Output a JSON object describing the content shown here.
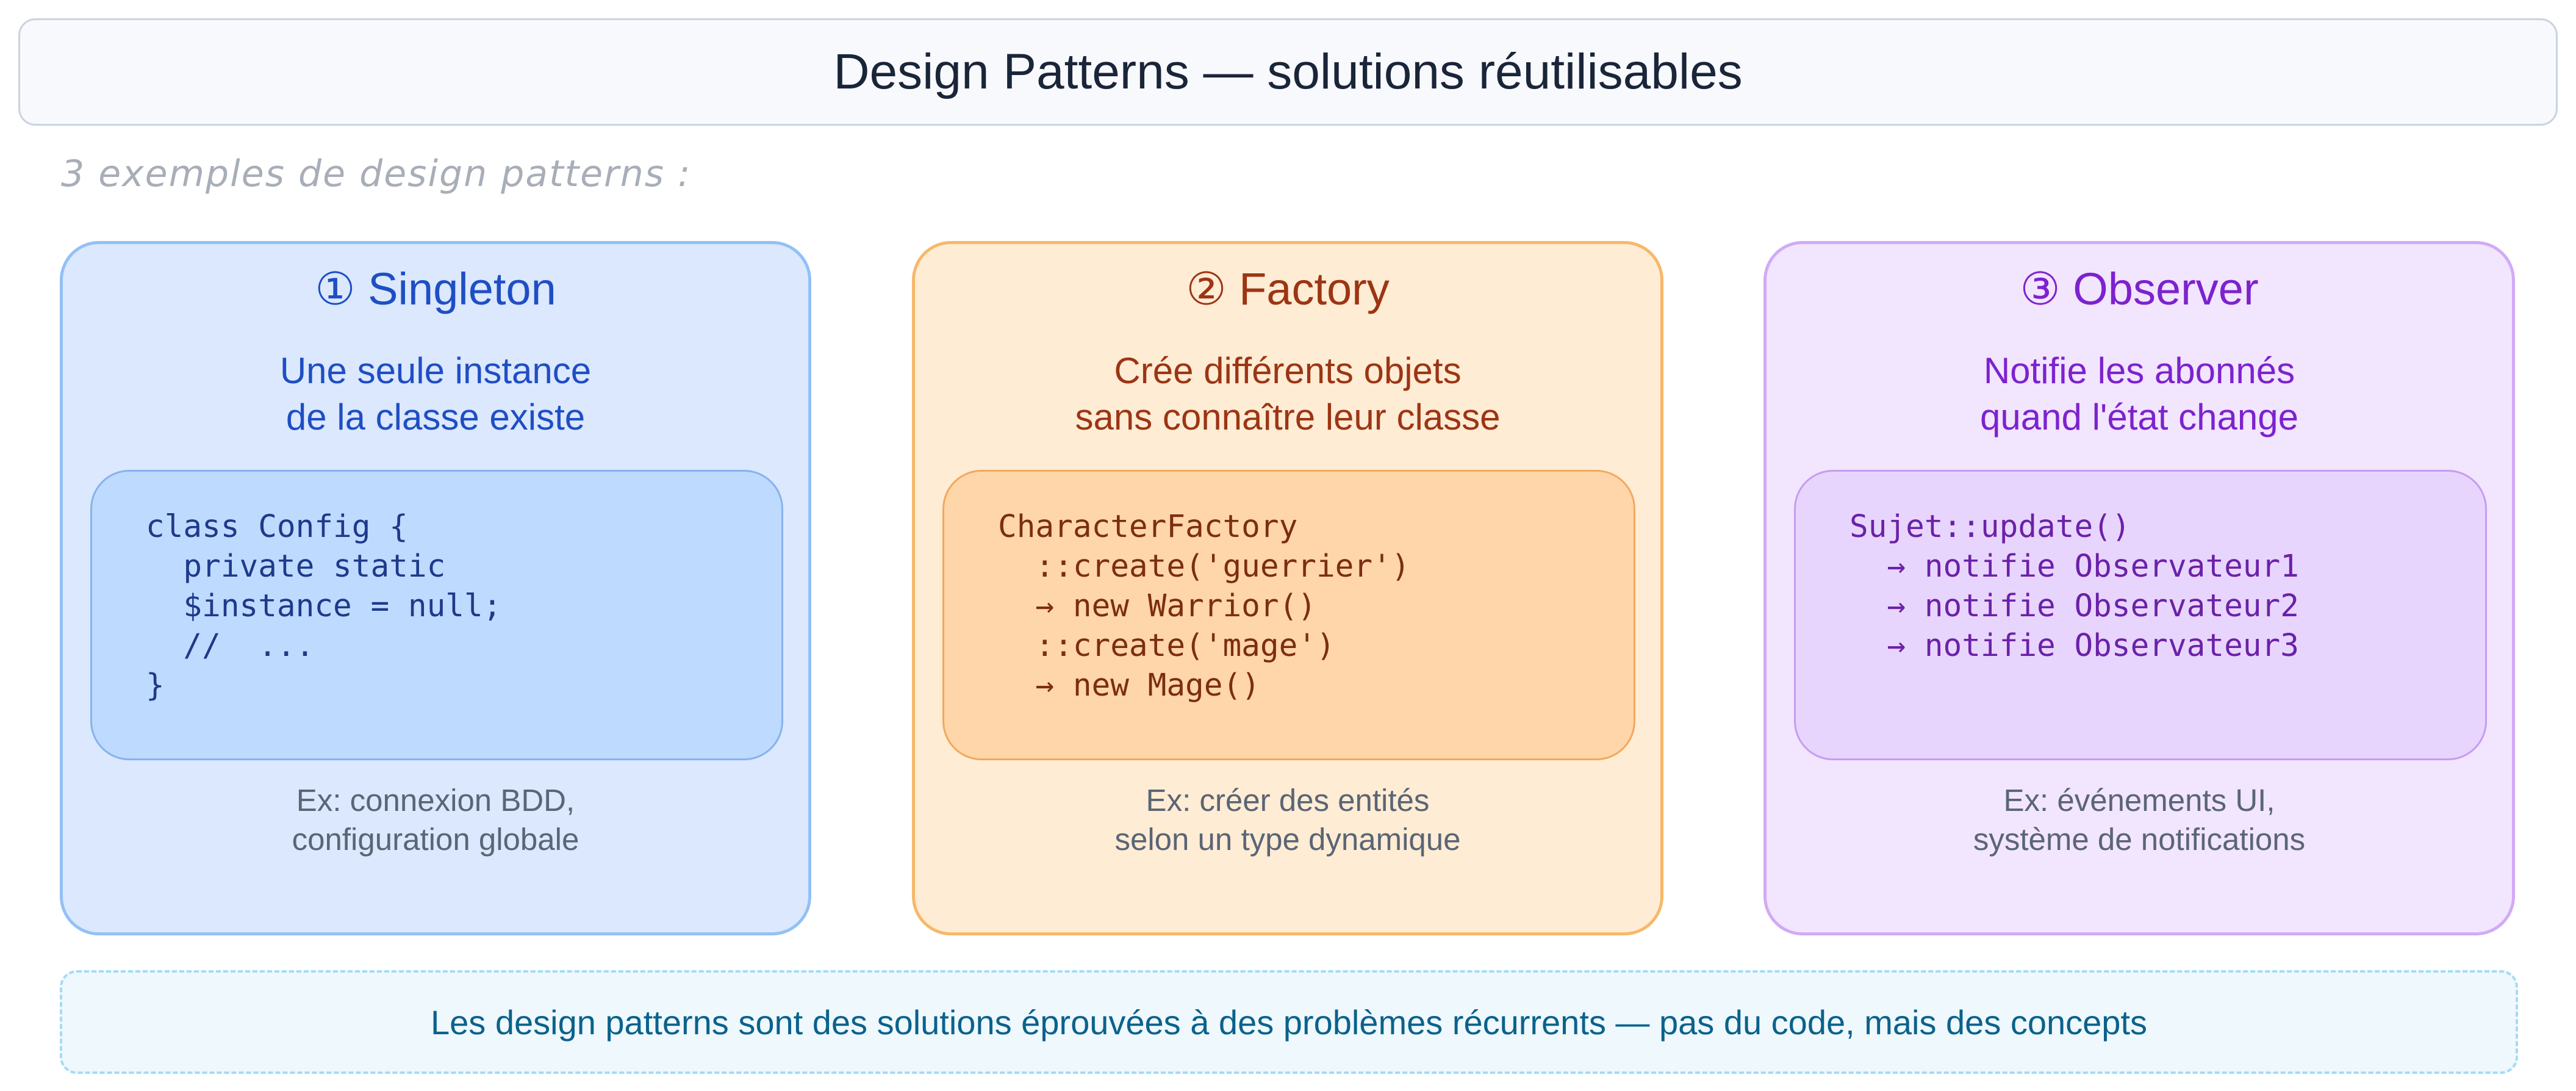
{
  "header": {
    "title": "Design Patterns — solutions réutilisables"
  },
  "intro": "3 exemples de design patterns :",
  "patterns": [
    {
      "title": "① Singleton",
      "description": [
        "Une seule instance",
        "de la classe existe"
      ],
      "code": [
        "class Config {",
        "  private static",
        "  $instance = null;",
        "  //  ...",
        "}"
      ],
      "example": [
        "Ex: connexion BDD,",
        "configuration globale"
      ]
    },
    {
      "title": "② Factory",
      "description": [
        "Crée différents objets",
        "sans connaître leur classe"
      ],
      "code": [
        "CharacterFactory",
        "  ::create('guerrier')",
        "  → new Warrior()",
        "  ::create('mage')",
        "  → new Mage()"
      ],
      "example": [
        "Ex: créer des entités",
        "selon un type dynamique"
      ]
    },
    {
      "title": "③ Observer",
      "description": [
        "Notifie les abonnés",
        "quand l'état change"
      ],
      "code": [
        "Sujet::update()",
        "  → notifie Observateur1",
        "  → notifie Observateur2",
        "  → notifie Observateur3"
      ],
      "example": [
        "Ex: événements UI,",
        "système de notifications"
      ]
    }
  ],
  "footer": {
    "note": "Les design patterns sont des solutions éprouvées à des problèmes récurrents — pas du code, mais des concepts"
  },
  "colors": {
    "singleton": "#dbe8fd",
    "factory": "#ffecd4",
    "observer": "#f2e5fe",
    "footer": "#eff8fd"
  }
}
